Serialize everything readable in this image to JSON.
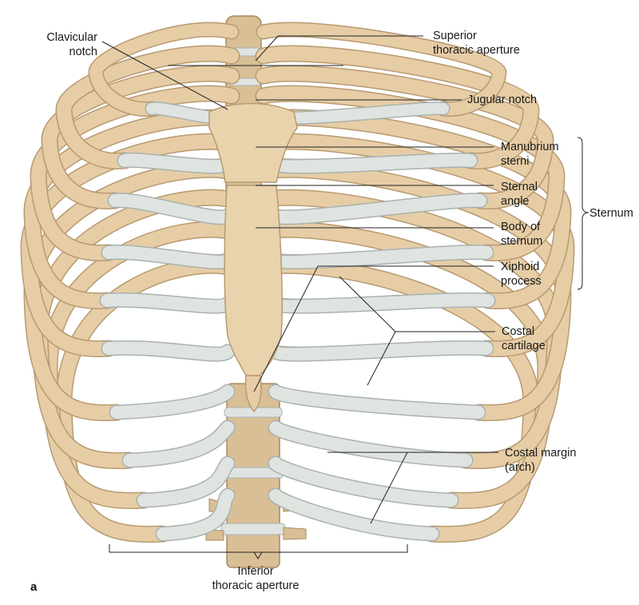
{
  "figure": {
    "panel_letter": "a",
    "labels": {
      "clavicular_notch": "Clavicular\nnotch",
      "superior_aperture": "Superior\nthoracic aperture",
      "jugular_notch": "Jugular notch",
      "manubrium": "Manubrium\nsterni",
      "sternal_angle": "Sternal\nangle",
      "body_of_sternum": "Body of\nsternum",
      "xiphoid": "Xiphoid\nprocess",
      "sternum": "Sternum",
      "costal_cartilage": "Costal\ncartilage",
      "costal_margin": "Costal margin\n(arch)",
      "inferior_aperture": "Inferior\nthoracic aperture"
    },
    "colors": {
      "bone": "#e6cda6",
      "bone_shadow": "#b89a70",
      "cartilage": "#dfe4e1",
      "cartilage_shadow": "#a9b2ae",
      "leader_line": "#222222"
    }
  }
}
